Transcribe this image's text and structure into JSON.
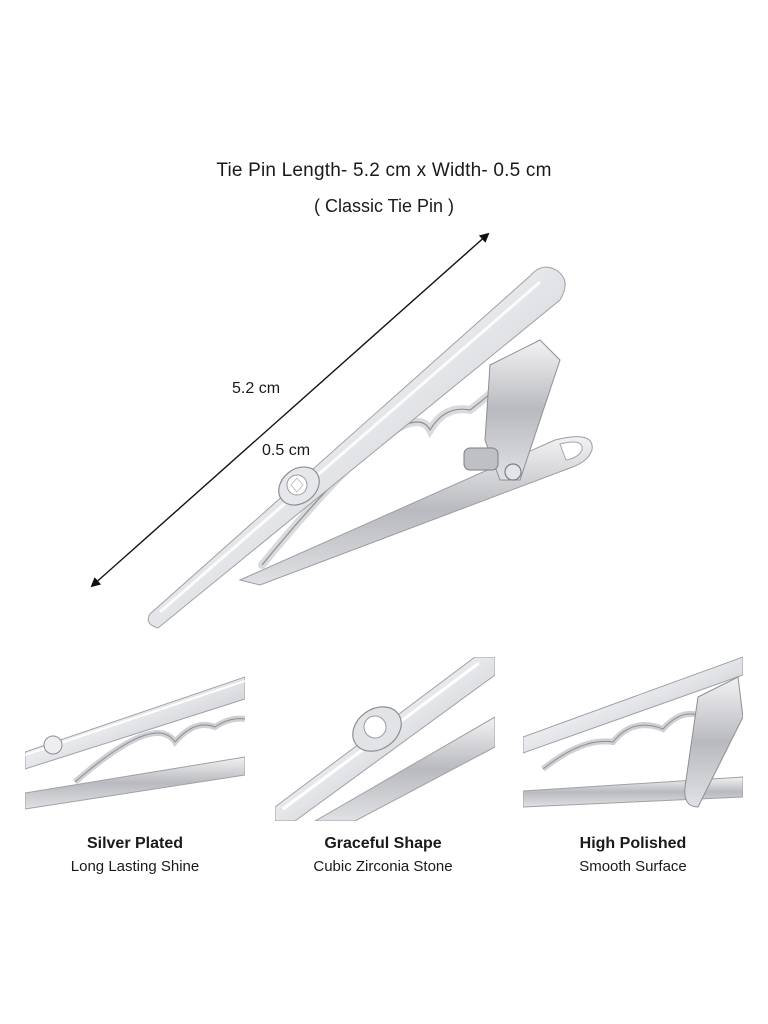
{
  "header": {
    "line1": "Tie Pin Length- 5.2 cm x Width- 0.5 cm",
    "line2": "( Classic Tie Pin )"
  },
  "dimensions": {
    "length_label": "5.2 cm",
    "width_label": "0.5 cm"
  },
  "features": [
    {
      "title": "Silver Plated",
      "subtitle": "Long Lasting Shine"
    },
    {
      "title": "Graceful Shape",
      "subtitle": "Cubic Zirconia Stone"
    },
    {
      "title": "High Polished",
      "subtitle": "Smooth Surface"
    }
  ],
  "colors": {
    "background": "#ffffff",
    "text": "#1a1a1a",
    "metal_light": "#f4f4f6",
    "metal_mid": "#c9cacf",
    "metal_dark": "#8a8b90"
  }
}
